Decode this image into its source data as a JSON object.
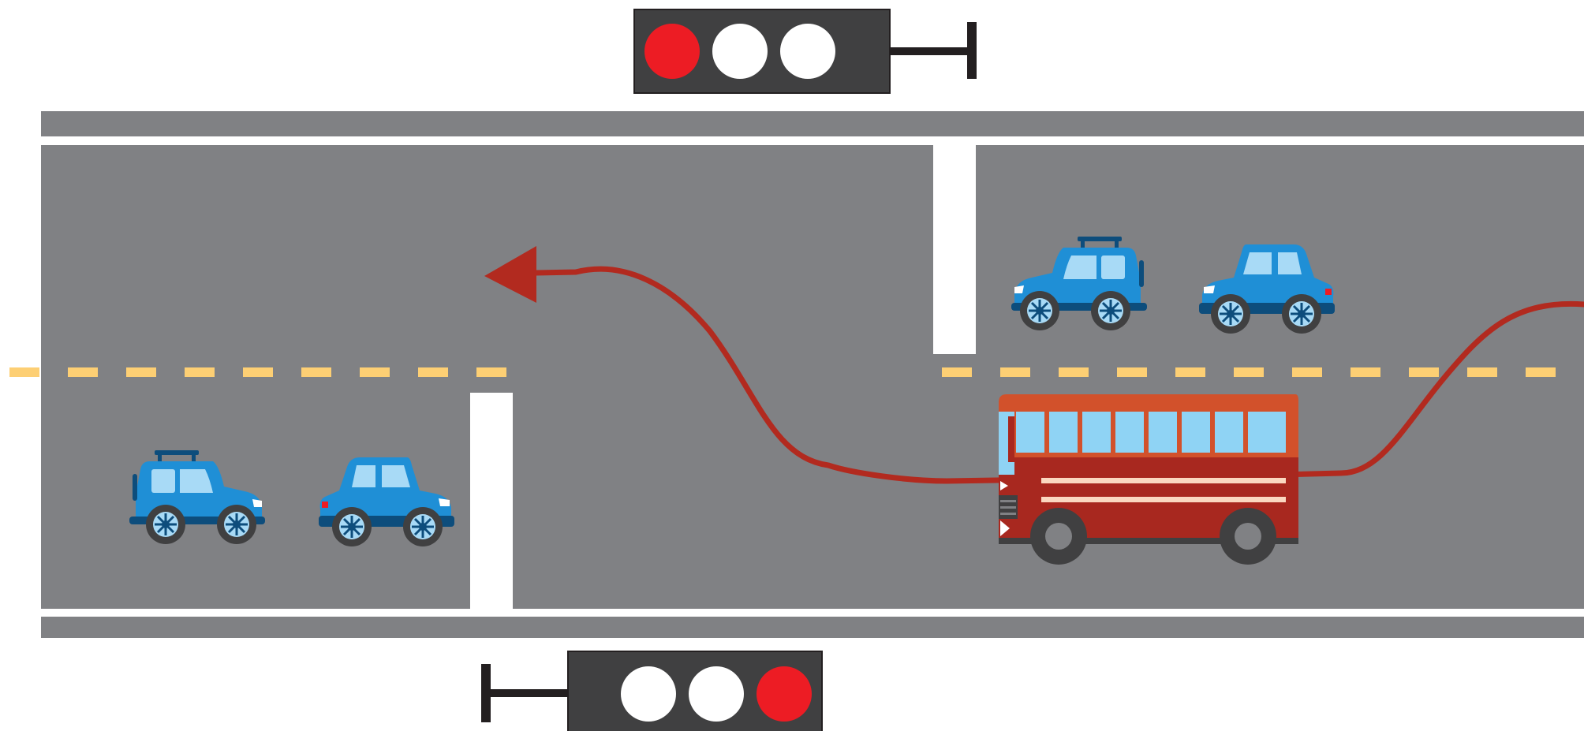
{
  "scene": {
    "colors": {
      "background": "#ffffff",
      "road": "#808184",
      "lane_marking": "#fdcf74",
      "crosswalk_stripe": "#ffffff",
      "signal_housing": "#404041",
      "signal_pole": "#231f20",
      "signal_red": "#ed1c24",
      "signal_off": "#ffffff",
      "car": "#1f8fd6",
      "car_dark": "#0d4d7c",
      "car_window": "#a8daf6",
      "bus_top": "#d2512b",
      "bus_bottom": "#a8281f",
      "bus_window": "#8fd3f4",
      "path_arrow": "#b22a1f"
    },
    "traffic_lights": [
      {
        "name": "top-traffic-light",
        "lamps": [
          "red",
          "off",
          "off"
        ]
      },
      {
        "name": "bottom-traffic-light",
        "lamps": [
          "off",
          "off",
          "red"
        ]
      }
    ],
    "vehicles": [
      {
        "name": "suv-top-right",
        "kind": "suv",
        "facing": "left"
      },
      {
        "name": "sedan-top-right",
        "kind": "sedan",
        "facing": "left"
      },
      {
        "name": "suv-bottom-left",
        "kind": "suv",
        "facing": "right"
      },
      {
        "name": "sedan-bottom-left",
        "kind": "sedan",
        "facing": "right"
      },
      {
        "name": "red-bus",
        "kind": "bus",
        "facing": "left"
      }
    ],
    "path_arrow": {
      "icon": "curved-arrow-icon",
      "direction": "left",
      "description_shown": false
    }
  }
}
